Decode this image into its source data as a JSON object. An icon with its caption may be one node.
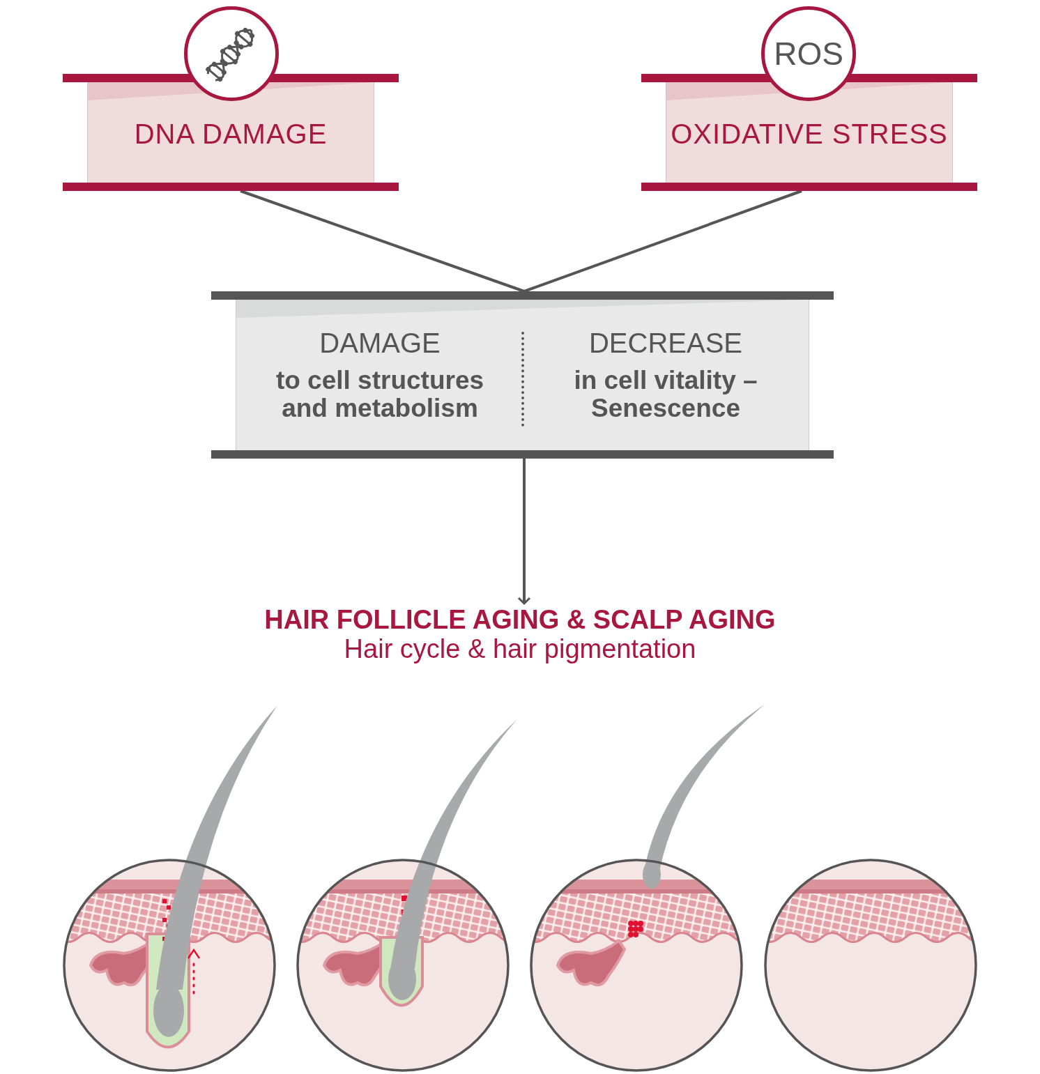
{
  "diagram": {
    "nodes": [
      {
        "text": [],
        "shape": "circle"
      },
      {
        "text": [
          "DNA DAMAGE"
        ]
      },
      {
        "text": [
          "ROS"
        ]
      },
      {
        "text": [
          "OXIDATIVE STRESS"
        ]
      },
      {
        "text": [
          "DAMAGE",
          "to cell structures and metabolism",
          "DECREASE",
          "in cell vitality – Senescence"
        ]
      },
      {
        "text": [
          "HAIR FOLLICLE AGING & SCALP AGING",
          "Hair cycle & hair pigmentation"
        ]
      },
      {
        "text": [],
        "shape": "picture"
      },
      {
        "text": [],
        "shape": "picture"
      },
      {
        "text": [],
        "shape": "picture"
      },
      {
        "text": [],
        "shape": "picture"
      }
    ],
    "edges": [
      {
        "from": 1,
        "to": 4,
        "arrow": "none"
      },
      {
        "from": 3,
        "to": 4,
        "arrow": "none"
      },
      {
        "from": 4,
        "to": 5,
        "arrow": "to"
      }
    ]
  }
}
